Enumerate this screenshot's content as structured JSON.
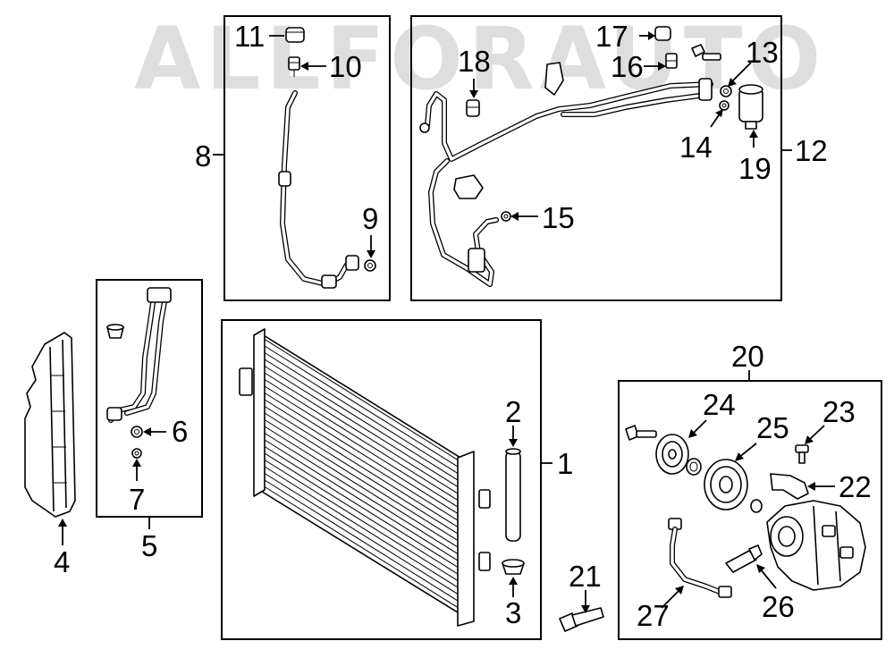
{
  "watermark": "ALLFORAUTO",
  "callouts": {
    "c1": "1",
    "c2": "2",
    "c3": "3",
    "c4": "4",
    "c5": "5",
    "c6": "6",
    "c7": "7",
    "c8": "8",
    "c9": "9",
    "c10": "10",
    "c11": "11",
    "c12": "12",
    "c13": "13",
    "c14": "14",
    "c15": "15",
    "c16": "16",
    "c17": "17",
    "c18": "18",
    "c19": "19",
    "c20": "20",
    "c21": "21",
    "c22": "22",
    "c23": "23",
    "c24": "24",
    "c25": "25",
    "c26": "26",
    "c27": "27"
  }
}
